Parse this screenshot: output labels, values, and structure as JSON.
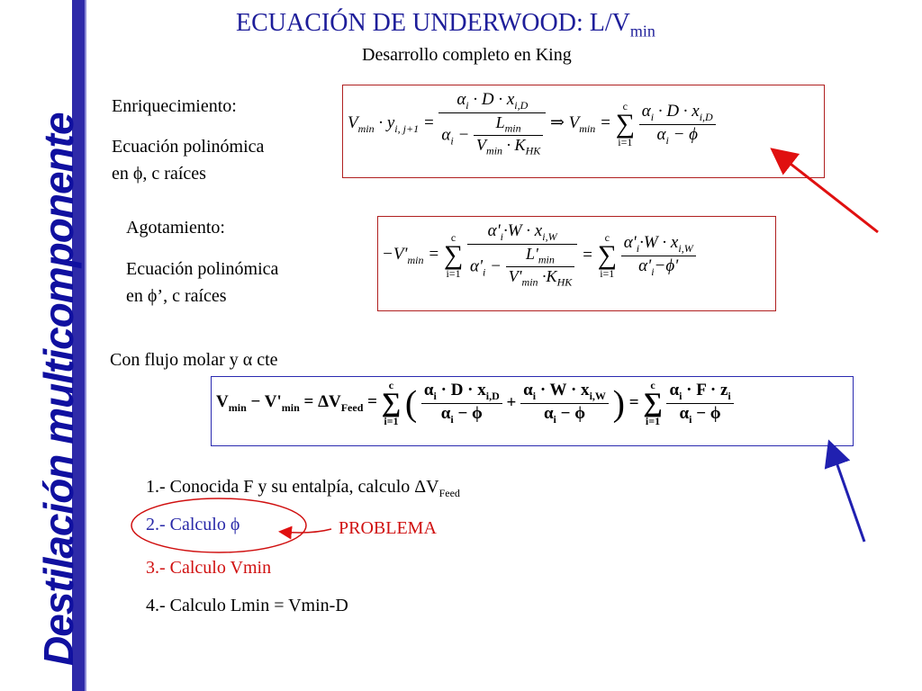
{
  "sidebar": {
    "vertical_title": "Destilación multicomponente"
  },
  "header": {
    "title": "ECUACIÓN DE UNDERWOOD: L/V",
    "title_sub": "min",
    "subtitle": "Desarrollo completo en King"
  },
  "enriching": {
    "label": "Enriquecimiento:",
    "desc_line1": "Ecuación polinómica",
    "desc_line2": "en ϕ, c raíces"
  },
  "stripping": {
    "label": "Agotamiento:",
    "desc_line1": "Ecuación polinómica",
    "desc_line2": "en ϕ’, c raíces"
  },
  "constant": {
    "label": "Con flujo molar y α cte"
  },
  "steps": [
    {
      "text": "1.- Conocida F y su entalpía, calculo ΔV",
      "sub": "Feed"
    },
    {
      "text": "2.- Calculo ϕ"
    },
    {
      "text": "3.- Calculo Vmin"
    },
    {
      "text": "4.- Calculo Lmin = Vmin-D"
    }
  ],
  "problem_label": "PROBLEMA",
  "colors": {
    "title": "#1e1e9a",
    "sidebar_bar": "#2e2aa8",
    "red": "#d01010",
    "blue": "#2828a8",
    "arrow_red": "#e01010",
    "arrow_blue": "#2020b0"
  }
}
